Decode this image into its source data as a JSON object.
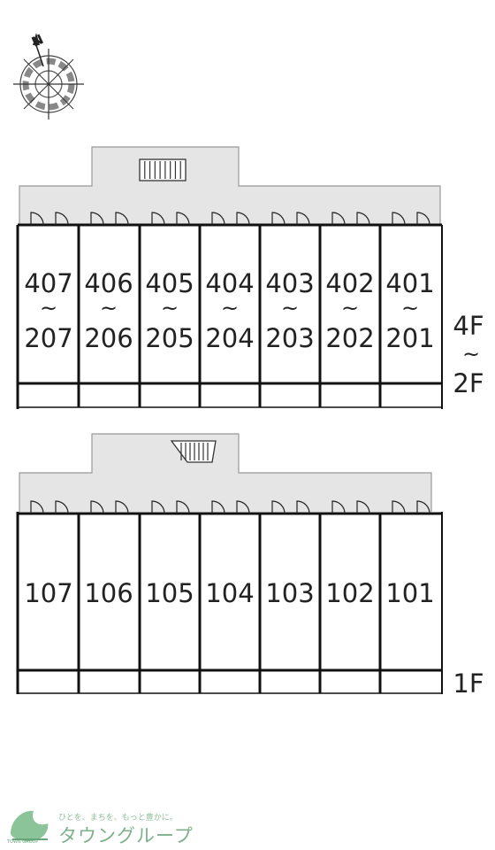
{
  "compass": {
    "north_label": "N"
  },
  "upper_block": {
    "units": [
      {
        "top": "407",
        "sep": "~",
        "bottom": "207"
      },
      {
        "top": "406",
        "sep": "~",
        "bottom": "206"
      },
      {
        "top": "405",
        "sep": "~",
        "bottom": "205"
      },
      {
        "top": "404",
        "sep": "~",
        "bottom": "204"
      },
      {
        "top": "403",
        "sep": "~",
        "bottom": "203"
      },
      {
        "top": "402",
        "sep": "~",
        "bottom": "202"
      },
      {
        "top": "401",
        "sep": "~",
        "bottom": "201"
      }
    ],
    "floor_top": "4F",
    "floor_sep": "~",
    "floor_bottom": "2F"
  },
  "lower_block": {
    "units": [
      "107",
      "106",
      "105",
      "104",
      "103",
      "102",
      "101"
    ],
    "floor": "1F"
  },
  "brand": {
    "tagline": "ひとを、まちを、もっと豊かに。",
    "name": "タウングループ",
    "small": "TOWN GROUP"
  },
  "colors": {
    "corridor": "#e5e5e5",
    "wall": "#111111",
    "brand_green": "#7fb08c"
  }
}
